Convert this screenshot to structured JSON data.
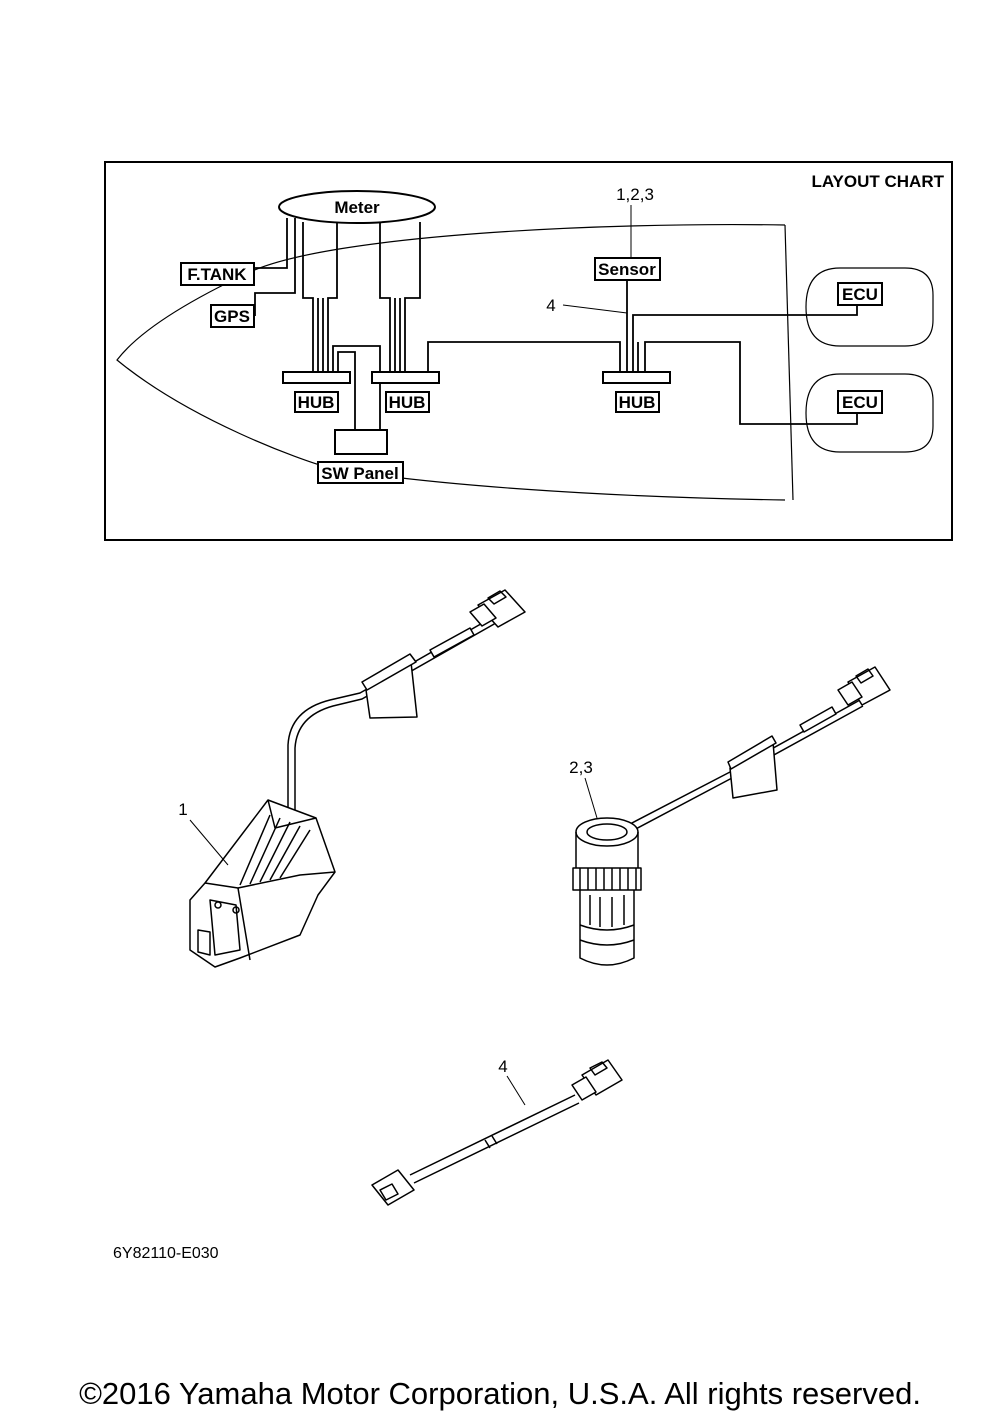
{
  "chart": {
    "title": "LAYOUT CHART",
    "labels": {
      "meter": "Meter",
      "ftank": "F.TANK",
      "gps": "GPS",
      "hub": "HUB",
      "sw_panel": "SW Panel",
      "sensor": "Sensor",
      "ecu": "ECU",
      "sensor_callout": "1,2,3",
      "cable_callout": "4"
    }
  },
  "parts": [
    {
      "ref": "1"
    },
    {
      "ref": "2,3"
    },
    {
      "ref": "4"
    }
  ],
  "figure_code": "6Y82110-E030",
  "copyright": "©2016 Yamaha Motor Corporation, U.S.A. All rights reserved."
}
